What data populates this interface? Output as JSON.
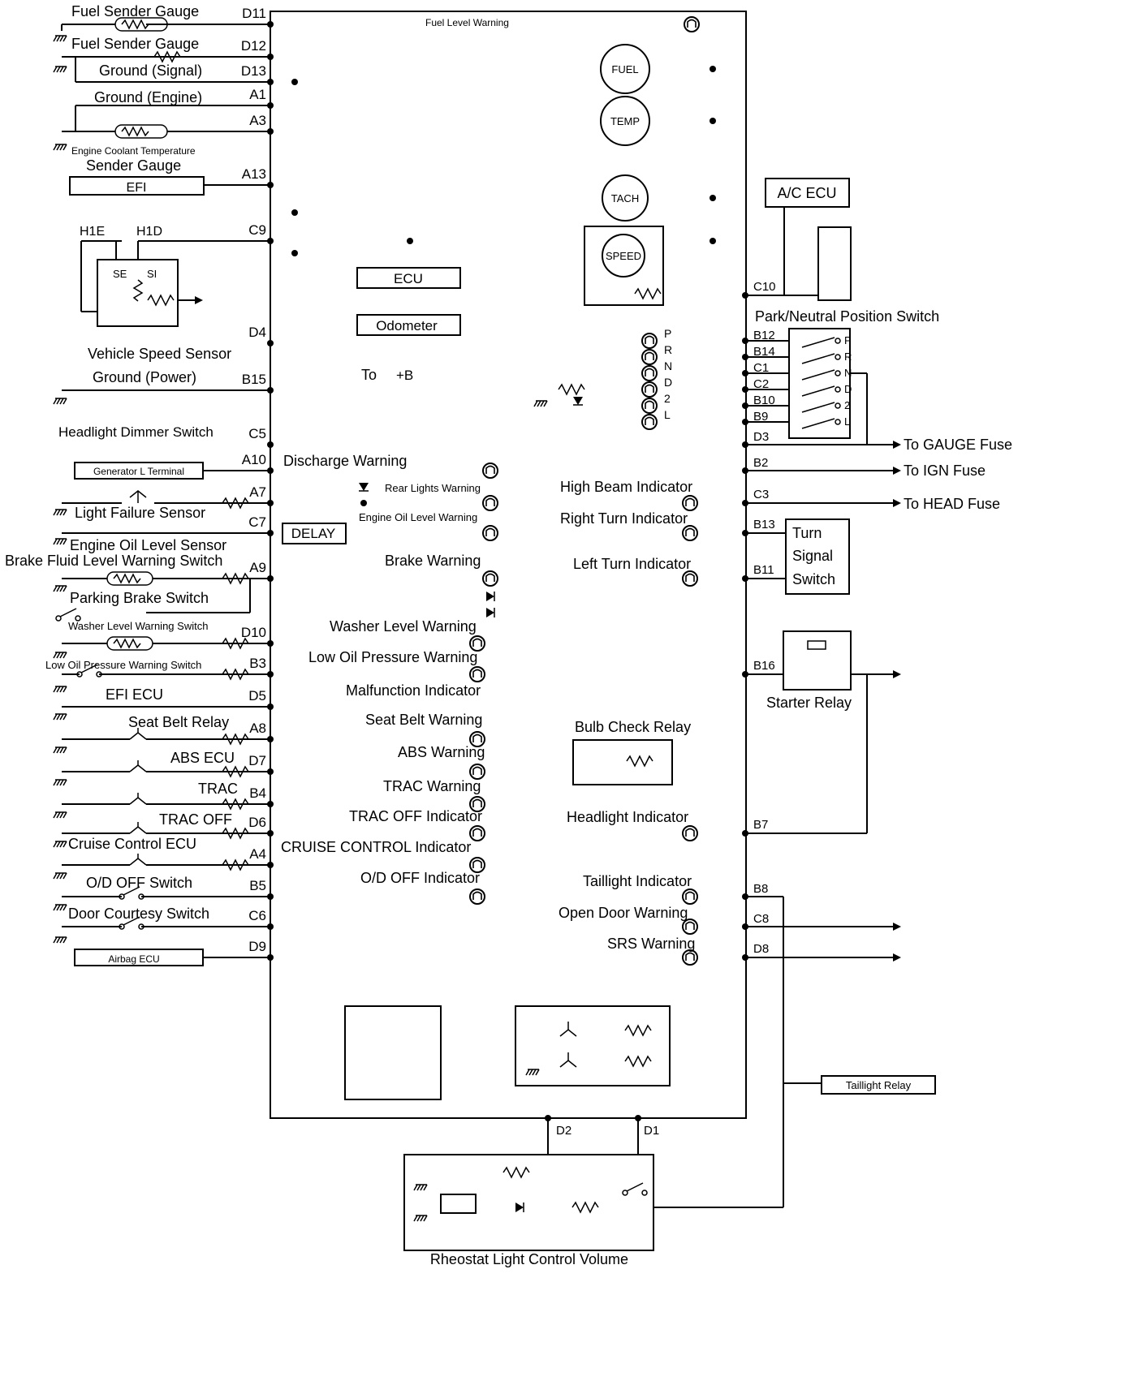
{
  "left_labels": [
    {
      "id": "fuel-sender-1",
      "text": "Fuel Sender Gauge"
    },
    {
      "id": "fuel-sender-2",
      "text": "Fuel Sender Gauge"
    },
    {
      "id": "ground-signal",
      "text": "Ground (Signal)"
    },
    {
      "id": "ground-engine",
      "text": "Ground (Engine)"
    },
    {
      "id": "ect-sender",
      "text": "Engine Coolant Temperature"
    },
    {
      "id": "sender-gauge",
      "text": "Sender Gauge"
    },
    {
      "id": "efi-box",
      "text": "EFI"
    },
    {
      "id": "h1e",
      "text": "H1E"
    },
    {
      "id": "h1d",
      "text": "H1D"
    },
    {
      "id": "se",
      "text": "SE"
    },
    {
      "id": "si",
      "text": "SI"
    },
    {
      "id": "vss",
      "text": "Vehicle Speed Sensor"
    },
    {
      "id": "ground-power",
      "text": "Ground (Power)"
    },
    {
      "id": "headlight-dimmer",
      "text": "Headlight Dimmer Switch"
    },
    {
      "id": "generator-l",
      "text": "Generator L Terminal"
    },
    {
      "id": "light-failure",
      "text": "Light Failure Sensor"
    },
    {
      "id": "oil-level-sensor",
      "text": "Engine Oil Level Sensor"
    },
    {
      "id": "brake-fluid",
      "text": "Brake Fluid Level Warning Switch"
    },
    {
      "id": "parking-brake",
      "text": "Parking Brake Switch"
    },
    {
      "id": "washer-switch",
      "text": "Washer Level Warning Switch"
    },
    {
      "id": "low-oil-switch",
      "text": "Low Oil Pressure Warning Switch"
    },
    {
      "id": "efi-ecu",
      "text": "EFI ECU"
    },
    {
      "id": "seat-belt-relay",
      "text": "Seat Belt Relay"
    },
    {
      "id": "abs-ecu",
      "text": "ABS ECU"
    },
    {
      "id": "trac",
      "text": "TRAC"
    },
    {
      "id": "trac-off",
      "text": "TRAC OFF"
    },
    {
      "id": "cruise-ecu",
      "text": "Cruise Control ECU"
    },
    {
      "id": "od-off-switch",
      "text": "O/D OFF Switch"
    },
    {
      "id": "door-courtesy",
      "text": "Door Courtesy Switch"
    },
    {
      "id": "airbag-ecu",
      "text": "Airbag ECU"
    }
  ],
  "connector_pins_left": [
    "D11",
    "D12",
    "D13",
    "A1",
    "A3",
    "A13",
    "C9",
    "D4",
    "B15",
    "C5",
    "A10",
    "A7",
    "C7",
    "A9",
    "D10",
    "B3",
    "D5",
    "A8",
    "D7",
    "B4",
    "D6",
    "A4",
    "B5",
    "C6",
    "D9"
  ],
  "connector_pins_right": [
    "C10",
    "B12",
    "B14",
    "C1",
    "C2",
    "B10",
    "B9",
    "D3",
    "B2",
    "C3",
    "B13",
    "B11",
    "B16",
    "B7",
    "B8",
    "C8",
    "D8",
    "D2",
    "D1"
  ],
  "gauges": [
    "FUEL",
    "TEMP",
    "TACH",
    "SPEED"
  ],
  "center_labels": [
    {
      "id": "fuel-level-warning",
      "text": "Fuel Level Warning"
    },
    {
      "id": "ecu",
      "text": "ECU"
    },
    {
      "id": "odometer",
      "text": "Odometer"
    },
    {
      "id": "to",
      "text": "To"
    },
    {
      "id": "plus-b",
      "text": "+B"
    },
    {
      "id": "discharge-warning",
      "text": "Discharge Warning"
    },
    {
      "id": "rear-lights-warning",
      "text": "Rear Lights Warning"
    },
    {
      "id": "oil-level-warning",
      "text": "Engine Oil Level Warning"
    },
    {
      "id": "delay",
      "text": "DELAY"
    },
    {
      "id": "brake-warning",
      "text": "Brake Warning"
    },
    {
      "id": "washer-warning",
      "text": "Washer Level Warning"
    },
    {
      "id": "low-oil-warning",
      "text": "Low Oil Pressure Warning"
    },
    {
      "id": "malfunction",
      "text": "Malfunction Indicator"
    },
    {
      "id": "seat-belt-warning",
      "text": "Seat Belt Warning"
    },
    {
      "id": "abs-warning",
      "text": "ABS Warning"
    },
    {
      "id": "trac-warning",
      "text": "TRAC Warning"
    },
    {
      "id": "trac-off-indicator",
      "text": "TRAC OFF Indicator"
    },
    {
      "id": "cruise-indicator",
      "text": "CRUISE CONTROL Indicator"
    },
    {
      "id": "od-off-indicator",
      "text": "O/D OFF Indicator"
    }
  ],
  "right_labels": [
    {
      "id": "high-beam",
      "text": "High Beam Indicator"
    },
    {
      "id": "right-turn",
      "text": "Right Turn Indicator"
    },
    {
      "id": "left-turn",
      "text": "Left Turn Indicator"
    },
    {
      "id": "bulb-check",
      "text": "Bulb Check Relay"
    },
    {
      "id": "headlight-indicator",
      "text": "Headlight Indicator"
    },
    {
      "id": "taillight-indicator",
      "text": "Taillight Indicator"
    },
    {
      "id": "open-door",
      "text": "Open Door Warning"
    },
    {
      "id": "srs",
      "text": "SRS Warning"
    },
    {
      "id": "ac-ecu",
      "text": "A/C ECU"
    },
    {
      "id": "pn-switch",
      "text": "Park/Neutral Position Switch"
    },
    {
      "id": "to-gauge",
      "text": "To GAUGE Fuse"
    },
    {
      "id": "to-ign",
      "text": "To IGN Fuse"
    },
    {
      "id": "to-head",
      "text": "To HEAD Fuse"
    },
    {
      "id": "turn-1",
      "text": "Turn"
    },
    {
      "id": "turn-2",
      "text": "Signal"
    },
    {
      "id": "turn-3",
      "text": "Switch"
    },
    {
      "id": "starter-relay",
      "text": "Starter Relay"
    },
    {
      "id": "taillight-relay",
      "text": "Taillight Relay"
    },
    {
      "id": "rheostat",
      "text": "Rheostat Light Control Volume"
    }
  ],
  "shift_positions": [
    "P",
    "R",
    "N",
    "D",
    "2",
    "L"
  ]
}
